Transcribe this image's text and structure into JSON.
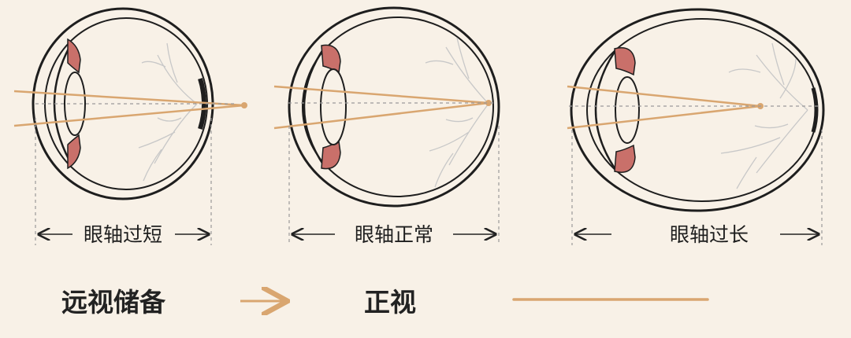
{
  "eyes": [
    {
      "label": "眼轴过短"
    },
    {
      "label": "眼轴正常"
    },
    {
      "label": "眼轴过长"
    }
  ],
  "bottom": {
    "stage_start": "远视储备",
    "stage_end": "正视"
  },
  "colors": {
    "background": "#f8f1e7",
    "ray": "#d9a670",
    "iris": "#c9706a",
    "outline": "#1e1e1e",
    "vessel": "#c8c8c8",
    "guide": "#9a9a9a"
  }
}
